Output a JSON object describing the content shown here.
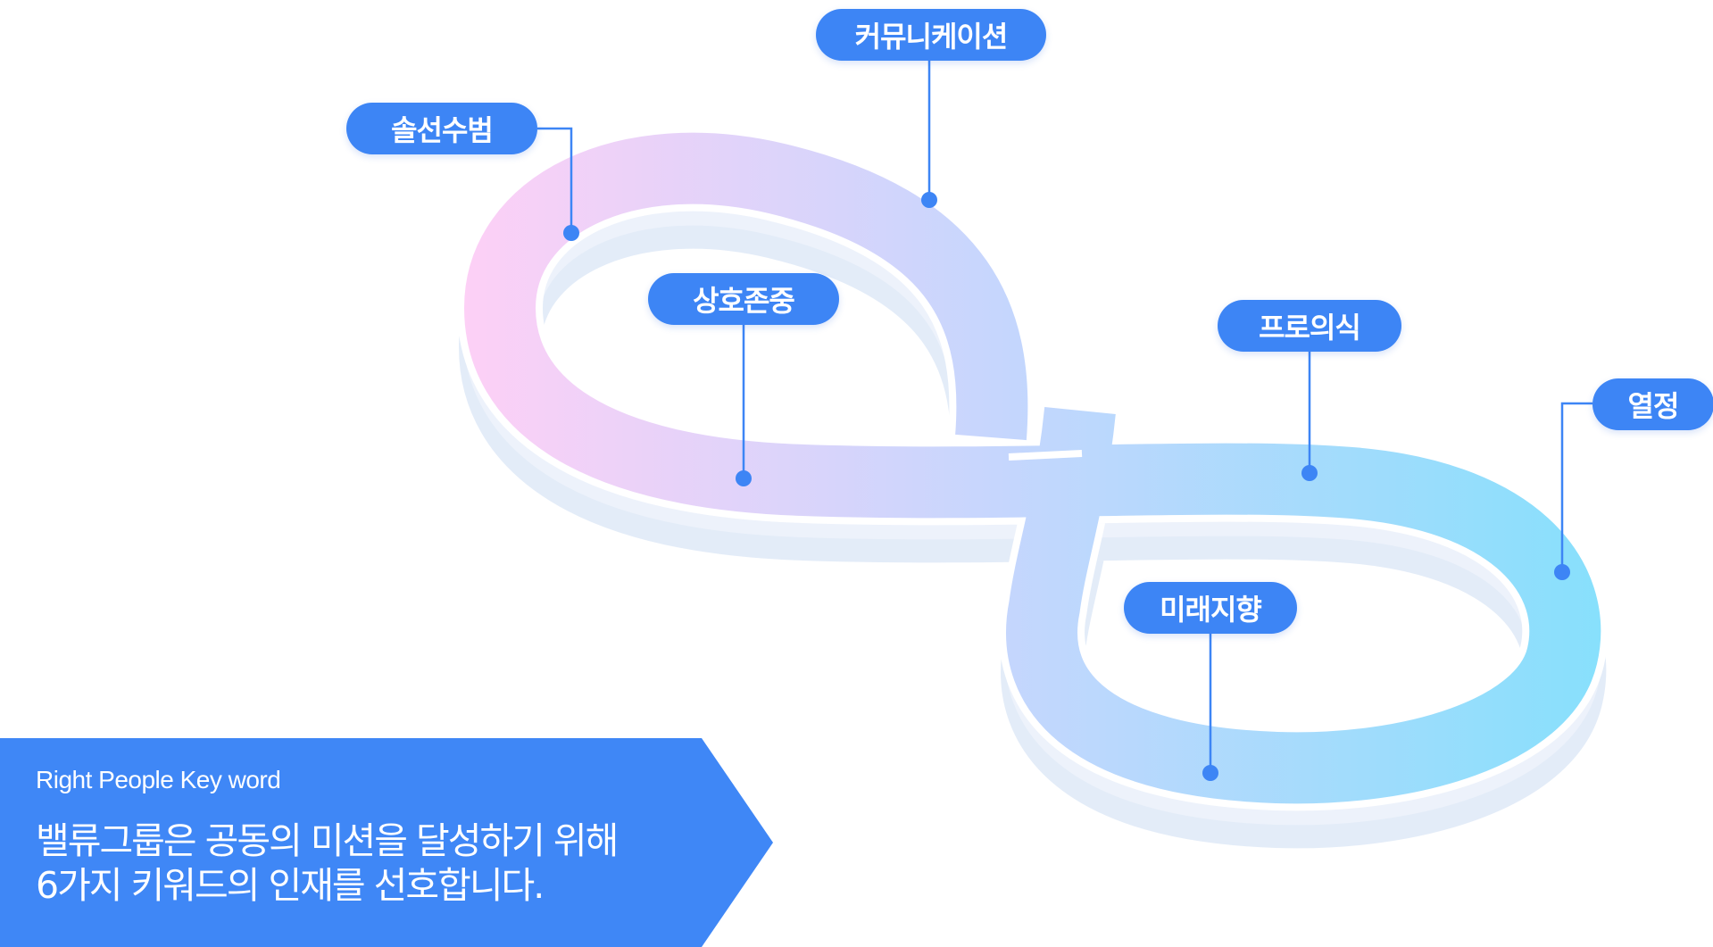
{
  "keywords": [
    {
      "id": "solseonsubeom",
      "label": "솔선수범"
    },
    {
      "id": "communication",
      "label": "커뮤니케이션"
    },
    {
      "id": "mutual-respect",
      "label": "상호존중"
    },
    {
      "id": "professionalism",
      "label": "프로의식"
    },
    {
      "id": "passion",
      "label": "열정"
    },
    {
      "id": "future-oriented",
      "label": "미래지향"
    }
  ],
  "banner": {
    "subtitle": "Right People Key word",
    "line1": "밸류그룹은 공동의 미션을 달성하기 위해",
    "line2": "6가지 키워드의 인재를 선호합니다."
  },
  "colors": {
    "accent": "#3d85f5",
    "gradient_start": "#fdd0f6",
    "gradient_mid": "#c7d6fd",
    "gradient_end": "#85e0fc",
    "shadow_band": "#e0eaf7"
  }
}
